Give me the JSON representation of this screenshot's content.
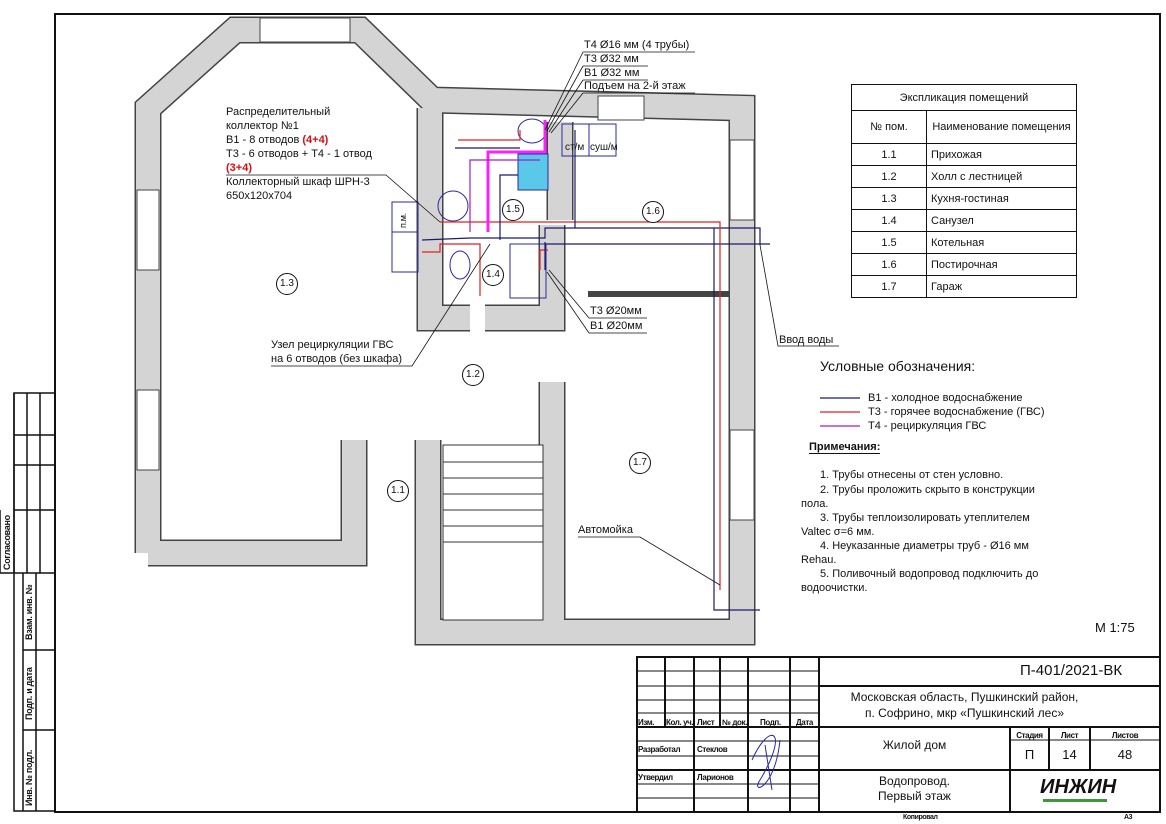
{
  "callouts": {
    "collector": [
      "Распределительный",
      "коллектор №1",
      "В1 - 8 отводов",
      "(4+4)",
      "Т3 - 6 отводов + Т4 - 1 отвод",
      "(3+4)",
      "Коллекторный шкаф ШРН-3",
      "650х120х704"
    ],
    "riser": [
      "Т4 Ø16 мм (4 трубы)",
      "Т3 Ø32 мм",
      "В1 Ø32 мм",
      "Подъем на 2-й этаж"
    ],
    "bath": [
      "Т3 Ø20мм",
      "В1 Ø20мм"
    ],
    "recirc": [
      "Узел рециркуляции ГВС",
      "на 6 отводов (без шкафа)"
    ],
    "water_inlet": "Ввод воды",
    "carwash": "Автомойка",
    "fixtures": {
      "washer": "ст/м",
      "dryer": "суш/м",
      "dishwasher": "п.м."
    }
  },
  "rooms": [
    "1.1",
    "1.2",
    "1.3",
    "1.4",
    "1.5",
    "1.6",
    "1.7"
  ],
  "explication": {
    "title": "Экспликация помещений",
    "col_num": "№ пом.",
    "col_name": "Наименование помещения",
    "rows": [
      {
        "num": "1.1",
        "name": "Прихожая"
      },
      {
        "num": "1.2",
        "name": "Холл с лестницей"
      },
      {
        "num": "1.3",
        "name": "Кухня-гостиная"
      },
      {
        "num": "1.4",
        "name": "Санузел"
      },
      {
        "num": "1.5",
        "name": "Котельная"
      },
      {
        "num": "1.6",
        "name": "Постирочная"
      },
      {
        "num": "1.7",
        "name": "Гараж"
      }
    ]
  },
  "legend": {
    "title": "Условные обозначения:",
    "items": [
      {
        "label": "В1 - холодное водоснабжение",
        "color": "#1a1a6e"
      },
      {
        "label": "Т3 - горячее водоснабжение (ГВС)",
        "color": "#e02020"
      },
      {
        "label": "Т4 - рециркуляция ГВС",
        "color": "#a020c0"
      }
    ]
  },
  "notes": {
    "title": "Примечания:",
    "lines": [
      "1.     Трубы отнесены от стен условно.",
      "2.     Трубы проложить скрыто в конструкции",
      "пола.",
      "3.     Трубы теплоизолировать утеплителем",
      "Valtec σ=6 мм.",
      "4.     Неуказанные диаметры труб - Ø16 мм",
      "Rehau.",
      "5.     Поливочный водопровод подключить до",
      "водоочистки."
    ]
  },
  "scale": "М 1:75",
  "title_block": {
    "code": "П-401/2021-ВК",
    "address": [
      "Московская область, Пушкинский район,",
      "п. Софрино, мкр «Пушкинский лес»"
    ],
    "building": "Жилой дом",
    "sheet_title": [
      "Водопровод.",
      "Первый этаж"
    ],
    "stage_label": "Стадия",
    "sheet_label": "Лист",
    "sheets_label": "Листов",
    "stage": "П",
    "sheet": "14",
    "sheets": "48",
    "cols": [
      "Изм.",
      "Кол. уч.",
      "Лист",
      "№ док.",
      "Подп.",
      "Дата"
    ],
    "developed_label": "Разработал",
    "developed_name": "Стеклов",
    "approved_label": "Утвердил",
    "approved_name": "Ларионов",
    "logo": "ИНЖИН",
    "copied": "Копировал",
    "format": "А3"
  },
  "side_stamp": {
    "agreed": "Согласовано",
    "replace": "Взам. инв. №",
    "sign_date": "Подп. и дата",
    "inv": "Инв. № подл."
  }
}
